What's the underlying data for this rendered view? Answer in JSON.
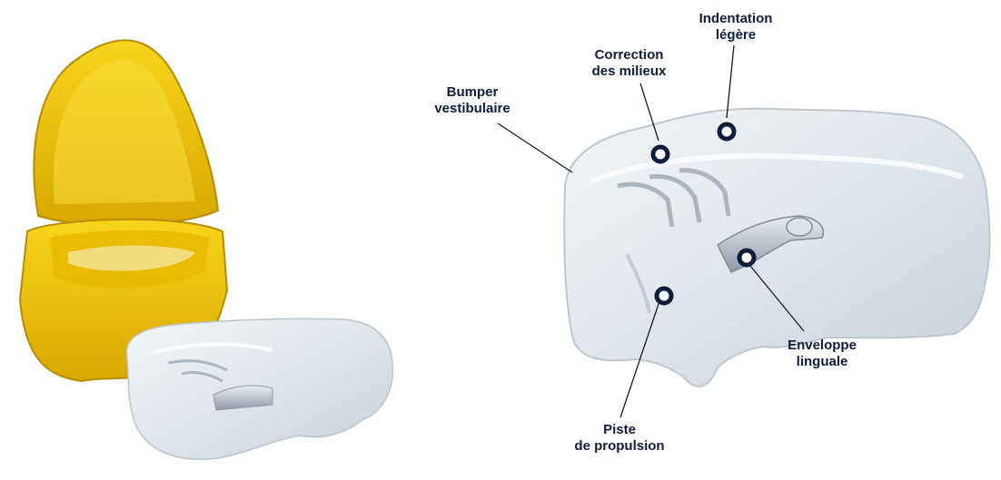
{
  "colors": {
    "case_yellow": "#f3c60a",
    "case_shadow": "#c99a00",
    "appliance_clear": "#d9e3ea",
    "label_text": "#0f1d3d",
    "marker_ring": "#0f1d3d"
  },
  "labels": {
    "indentation": [
      "Indentation",
      "légère"
    ],
    "correction": [
      "Correction",
      "des milieux"
    ],
    "bumper": [
      "Bumper",
      "vestibulaire"
    ],
    "enveloppe": [
      "Enveloppe",
      "linguale"
    ],
    "piste": [
      "Piste",
      "de propulsion"
    ]
  }
}
